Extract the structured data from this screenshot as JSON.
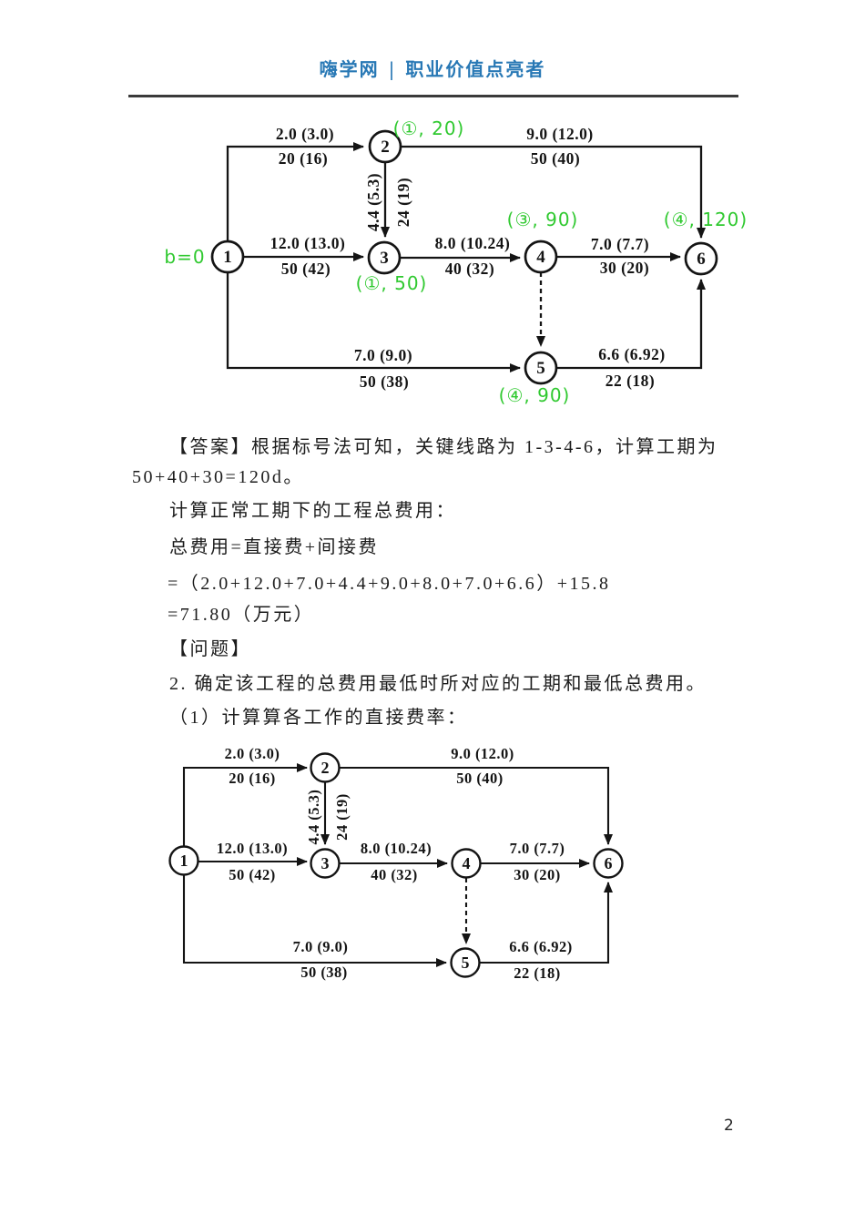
{
  "header": {
    "brand": "嗨学网",
    "divider": "|",
    "tagline": "职业价值点亮者"
  },
  "colors": {
    "header_blue": "#2878b5",
    "annotation_green": "#30c930",
    "ink": "#141414"
  },
  "network": {
    "nodes": {
      "n1": "1",
      "n2": "2",
      "n3": "3",
      "n4": "4",
      "n5": "5",
      "n6": "6"
    },
    "edges": {
      "e12": {
        "cost": "2.0 (3.0)",
        "time": "20 (16)"
      },
      "e26": {
        "cost": "9.0 (12.0)",
        "time": "50 (40)"
      },
      "e23": {
        "cost": "4.4 (5.3)",
        "time": "24 (19)"
      },
      "e13": {
        "cost": "12.0 (13.0)",
        "time": "50 (42)"
      },
      "e34": {
        "cost": "8.0 (10.24)",
        "time": "40 (32)"
      },
      "e46": {
        "cost": "7.0 (7.7)",
        "time": "30 (20)"
      },
      "e15": {
        "cost": "7.0 (9.0)",
        "time": "50 (38)"
      },
      "e56": {
        "cost": "6.6 (6.92)",
        "time": "22 (18)"
      }
    },
    "annotations": {
      "b0": "b=0",
      "node2": "(①, 20)",
      "node3": "(①, 50)",
      "node4": "(③, 90)",
      "node6": "(④, 120)",
      "node5": "(④, 90)"
    }
  },
  "body": {
    "answer_line1": "【答案】根据标号法可知，关键线路为 1-3-4-6，计算工期为",
    "answer_line2": "50+40+30=120d。",
    "calc_intro": "计算正常工期下的工程总费用：",
    "formula_total": "总费用=直接费+间接费",
    "formula_sum": "=（2.0+12.0+7.0+4.4+9.0+8.0+7.0+6.6）+15.8",
    "formula_result": "=71.80（万元）",
    "problem_marker": "【问题】",
    "question2": "2. 确定该工程的总费用最低时所对应的工期和最低总费用。",
    "step1": "（1）计算算各工作的直接费率："
  },
  "page": {
    "number": "2"
  }
}
